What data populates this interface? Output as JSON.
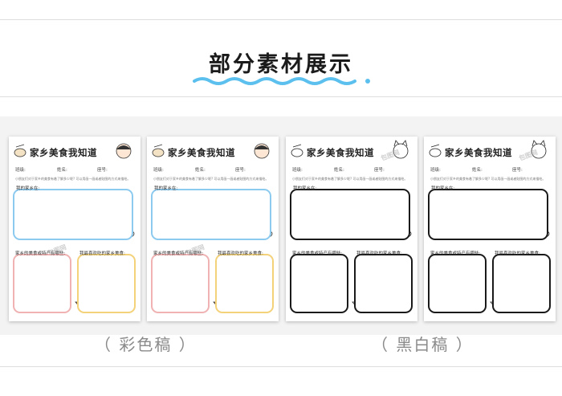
{
  "header": {
    "title": "部分素材展示"
  },
  "sheet": {
    "title": "家乡美食我知道",
    "class_label": "班级:",
    "name_label": "姓名:",
    "number_label": "座号:",
    "hint": "小朋友们对于家乡的美食有着了解多少呢? 可以用画一画或者贴图的方式来描绘。",
    "box1_label": "我的家乡在:",
    "box2_label": "家乡的美食或特产有哪些:",
    "box3_label": "我最喜欢吃的家乡美食:",
    "watermark": "包图网"
  },
  "captions": {
    "color": "（ 彩色稿 ）",
    "bw": "（ 黑白稿 ）"
  },
  "colors": {
    "accent_wave": "#5cc0ee",
    "box_blue": "#8ccaf0",
    "box_pink": "#f0b2b2",
    "box_yellow": "#f4d27a",
    "box_black": "#1a1a1a"
  }
}
